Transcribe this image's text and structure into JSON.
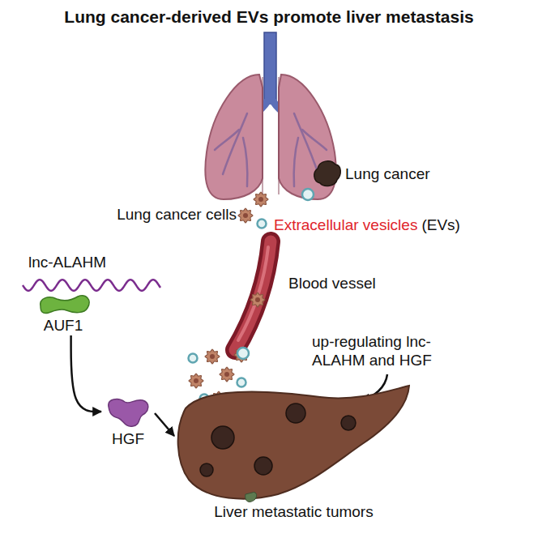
{
  "diagram": {
    "title": "Lung cancer-derived EVs promote liver metastasis",
    "nodes": [
      {
        "text": [
          "AUF1"
        ]
      },
      {
        "text": [
          "HGF"
        ]
      },
      {
        "text": [
          "Liver metastatic tumors"
        ]
      }
    ],
    "edges": [
      {
        "from": 0,
        "to": 1,
        "arrow": "to"
      },
      {
        "from": 1,
        "to": 2,
        "arrow": "to"
      }
    ],
    "labels": [
      "Lung cancer",
      "Lung cancer cells",
      "Extracellular vesicles",
      "(EVs)",
      "lnc-ALAHM",
      "Blood vessel",
      "up-regulating lnc-ALAHM and HGF"
    ]
  }
}
